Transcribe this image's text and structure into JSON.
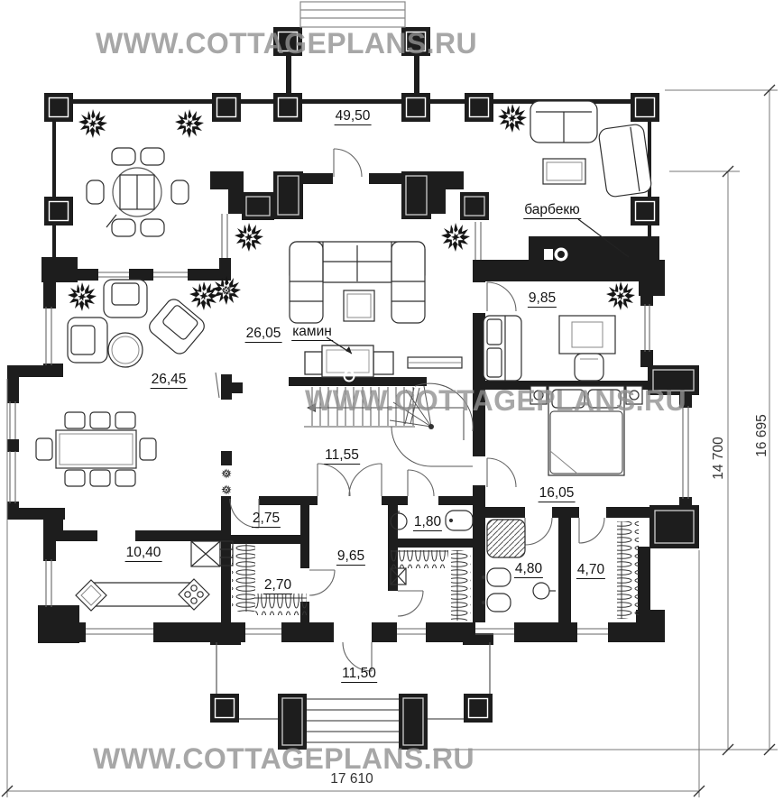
{
  "watermarks": {
    "top": "WWW.COTTAGEPLANS.RU",
    "middle": "WWW.COTTAGEPLANS.RU",
    "bottom": "WWW.COTTAGEPLANS.RU"
  },
  "room_areas": {
    "terrace": "49,50",
    "living": "26,05",
    "dining": "26,45",
    "study": "9,85",
    "hall": "11,55",
    "bedroom": "16,05",
    "kitchen": "10,40",
    "pantry": "2,75",
    "wc": "1,80",
    "entry": "9,65",
    "closet": "2,70",
    "bathroom": "4,80",
    "wardrobe": "4,70",
    "porch": "11,50"
  },
  "feature_labels": {
    "fireplace": "камин",
    "barbecue": "барбекю"
  },
  "dimensions": {
    "width": "17 610",
    "depth_inner": "14 700",
    "depth_outer": "16 695"
  },
  "colors": {
    "wall": "#1d1d1d",
    "watermark": "#969696"
  }
}
